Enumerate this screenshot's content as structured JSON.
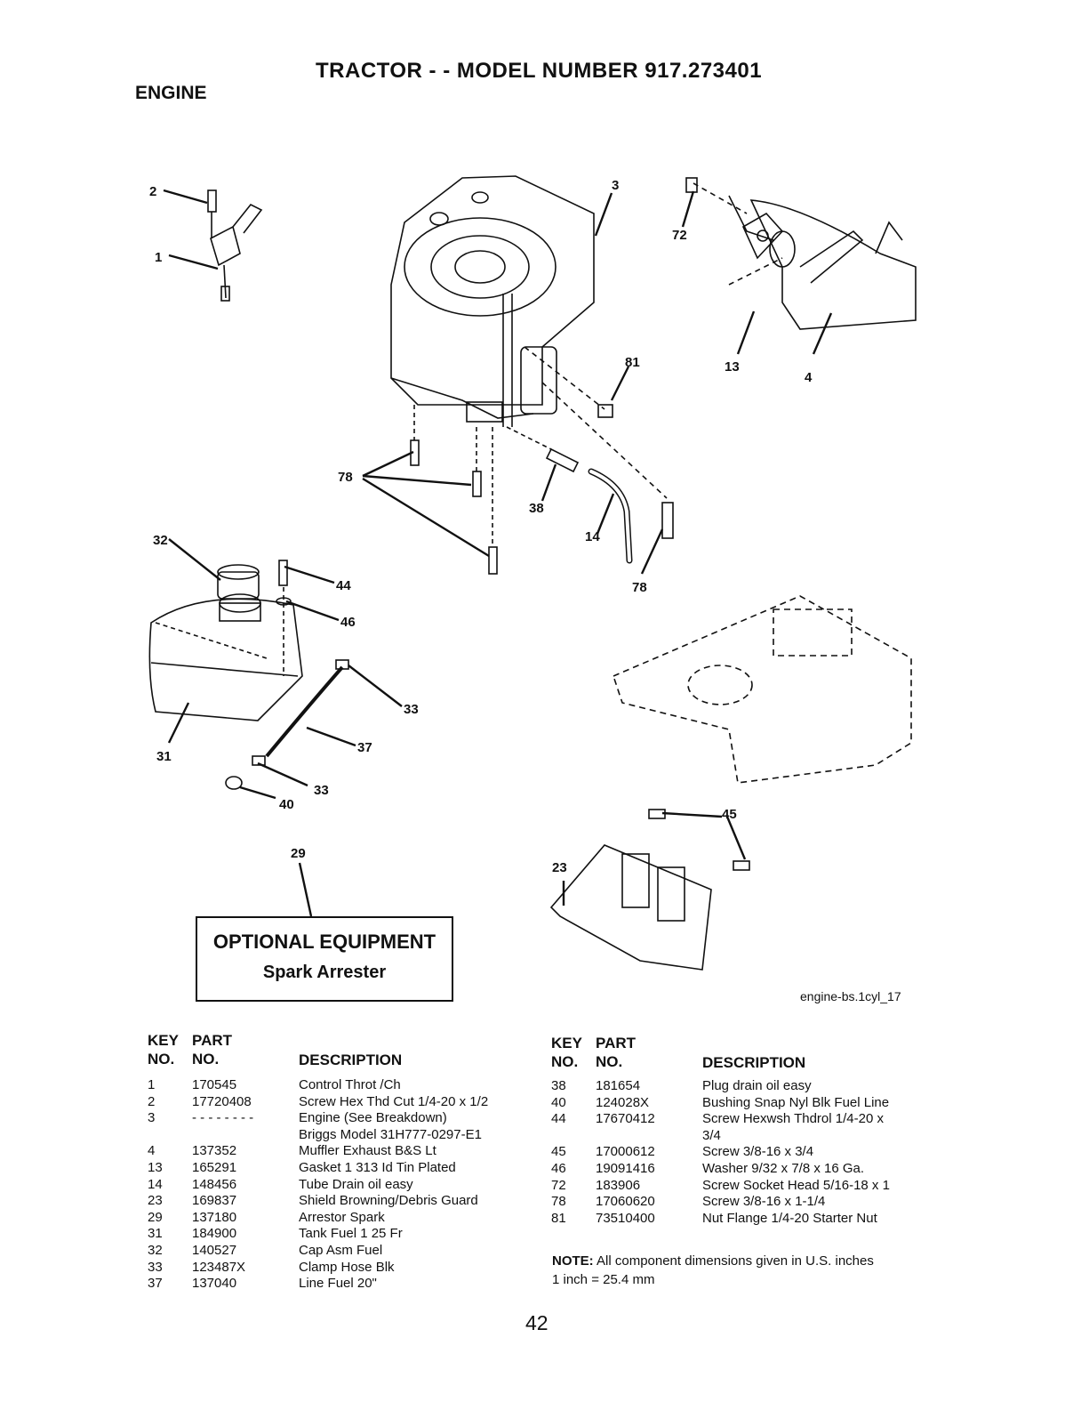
{
  "header": {
    "title": "TRACTOR - - MODEL NUMBER  917.273401",
    "section": "ENGINE"
  },
  "diagram": {
    "callouts": [
      "2",
      "1",
      "3",
      "72",
      "81",
      "13",
      "4",
      "78",
      "38",
      "14",
      "78",
      "32",
      "44",
      "46",
      "33",
      "37",
      "31",
      "33",
      "40",
      "45",
      "23",
      "29"
    ],
    "optional_box": {
      "line1": "OPTIONAL EQUIPMENT",
      "line2": "Spark Arrester"
    },
    "ref_code": "engine-bs.1cyl_17"
  },
  "parts_left": {
    "headers": {
      "key_top": "KEY",
      "key_bottom": "NO.",
      "part_top": "PART",
      "part_bottom": "NO.",
      "description": "DESCRIPTION"
    },
    "rows": [
      {
        "key": "1",
        "part": "170545",
        "desc": "Control Throt /Ch"
      },
      {
        "key": "2",
        "part": "17720408",
        "desc": "Screw Hex Thd Cut 1/4-20 x 1/2"
      },
      {
        "key": "3",
        "part": "- - - - - - - -",
        "desc": "Engine (See Breakdown)"
      },
      {
        "key": "",
        "part": "",
        "desc": "Briggs Model  31H777-0297-E1"
      },
      {
        "key": "4",
        "part": "137352",
        "desc": "Muffler Exhaust B&S Lt"
      },
      {
        "key": "13",
        "part": "165291",
        "desc": "Gasket 1 313 Id Tin Plated"
      },
      {
        "key": "14",
        "part": "148456",
        "desc": "Tube Drain oil easy"
      },
      {
        "key": "23",
        "part": "169837",
        "desc": "Shield Browning/Debris Guard"
      },
      {
        "key": "29",
        "part": "137180",
        "desc": "Arrestor Spark"
      },
      {
        "key": "31",
        "part": "184900",
        "desc": "Tank Fuel 1 25 Fr"
      },
      {
        "key": "32",
        "part": "140527",
        "desc": "Cap Asm Fuel"
      },
      {
        "key": "33",
        "part": "123487X",
        "desc": "Clamp Hose Blk"
      },
      {
        "key": "37",
        "part": "137040",
        "desc": "Line Fuel 20\""
      }
    ]
  },
  "parts_right": {
    "headers": {
      "key_top": "KEY",
      "key_bottom": "NO.",
      "part_top": "PART",
      "part_bottom": "NO.",
      "description": "DESCRIPTION"
    },
    "rows": [
      {
        "key": "38",
        "part": "181654",
        "desc": "Plug drain oil easy"
      },
      {
        "key": "40",
        "part": "124028X",
        "desc": "Bushing Snap Nyl Blk Fuel Line"
      },
      {
        "key": "44",
        "part": "17670412",
        "desc": "Screw Hexwsh Thdrol 1/4-20 x"
      },
      {
        "key": "",
        "part": "",
        "desc": "3/4"
      },
      {
        "key": "45",
        "part": "17000612",
        "desc": "Screw 3/8-16 x 3/4"
      },
      {
        "key": "46",
        "part": "19091416",
        "desc": "Washer 9/32 x 7/8 x 16 Ga."
      },
      {
        "key": "72",
        "part": "183906",
        "desc": "Screw Socket Head 5/16-18 x 1"
      },
      {
        "key": "78",
        "part": "17060620",
        "desc": "Screw  3/8-16 x 1-1/4"
      },
      {
        "key": "81",
        "part": "73510400",
        "desc": "Nut Flange 1/4-20 Starter Nut"
      }
    ]
  },
  "note": {
    "label": "NOTE:",
    "text": "All component dimensions given in U.S. inches",
    "line2": "1 inch = 25.4 mm"
  },
  "page_number": "42"
}
